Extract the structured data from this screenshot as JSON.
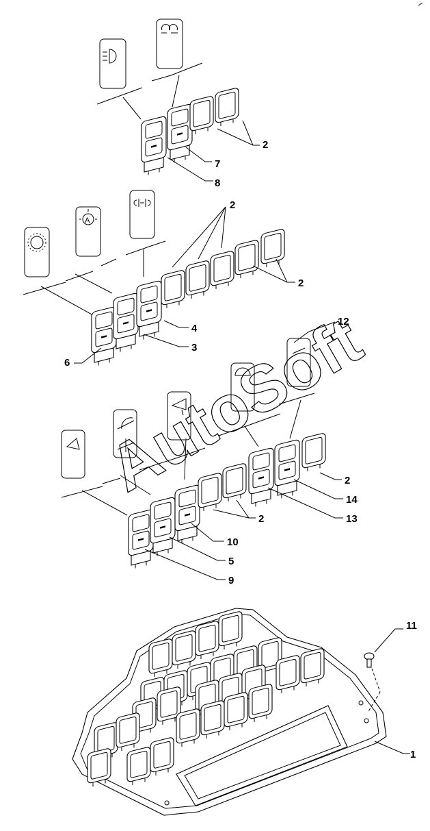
{
  "callouts": {
    "c_2a": "2",
    "c_7": "7",
    "c_8": "8",
    "c_2b": "2",
    "c_2c": "2",
    "c_4": "4",
    "c_3": "3",
    "c_6": "6",
    "c_12": "12",
    "c_2d": "2",
    "c_14": "14",
    "c_13": "13",
    "c_2e": "2",
    "c_10": "10",
    "c_5": "5",
    "c_9": "9",
    "c_11": "11",
    "c_1": "1"
  },
  "watermark": "AutoSoft",
  "icons": [
    "work-light-icon",
    "fog-light-icon",
    "beacon-icon",
    "auto-icon",
    "hazard-icon",
    "mirror-heater-icon",
    "rear-work-light-icon",
    "wiper-icon",
    "washer-icon",
    "hood-light-icon"
  ]
}
